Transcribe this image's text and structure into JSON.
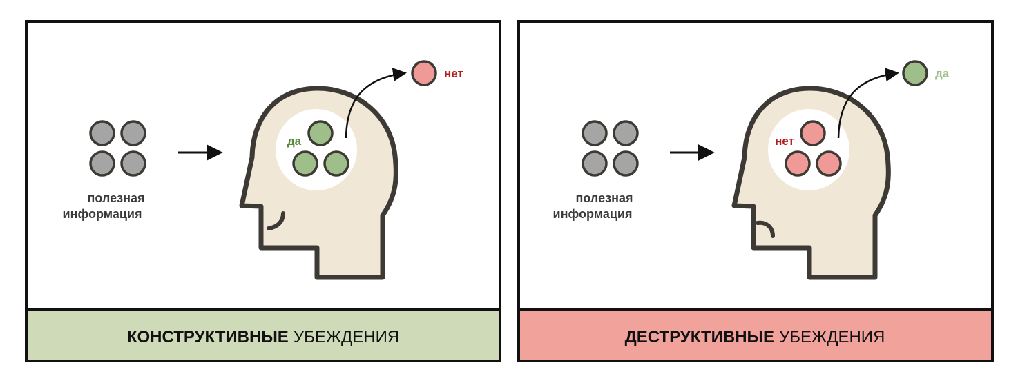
{
  "colors": {
    "outline": "#3d3a35",
    "head_fill": "#f1e7d6",
    "neutral_ball": "#a5a5a5",
    "good_ball": "#9fbf8a",
    "bad_ball": "#ef9a96",
    "good_text": "#5a8a3c",
    "bad_text": "#b01e1e",
    "green_banner": "#cfdbb8",
    "red_banner": "#f0a29b",
    "arrow": "#111111"
  },
  "panels": [
    {
      "id": "constructive",
      "info_line1": "полезная",
      "info_line2": "информация",
      "inner_label": "да",
      "outer_label": "нет",
      "banner_bold": "КОНСТРУКТИВНЫЕ",
      "banner_regular": "УБЕЖДЕНИЯ"
    },
    {
      "id": "destructive",
      "info_line1": "полезная",
      "info_line2": "информация",
      "inner_label": "нет",
      "outer_label": "да",
      "banner_bold": "ДЕСТРУКТИВНЫЕ",
      "banner_regular": "УБЕЖДЕНИЯ"
    }
  ]
}
